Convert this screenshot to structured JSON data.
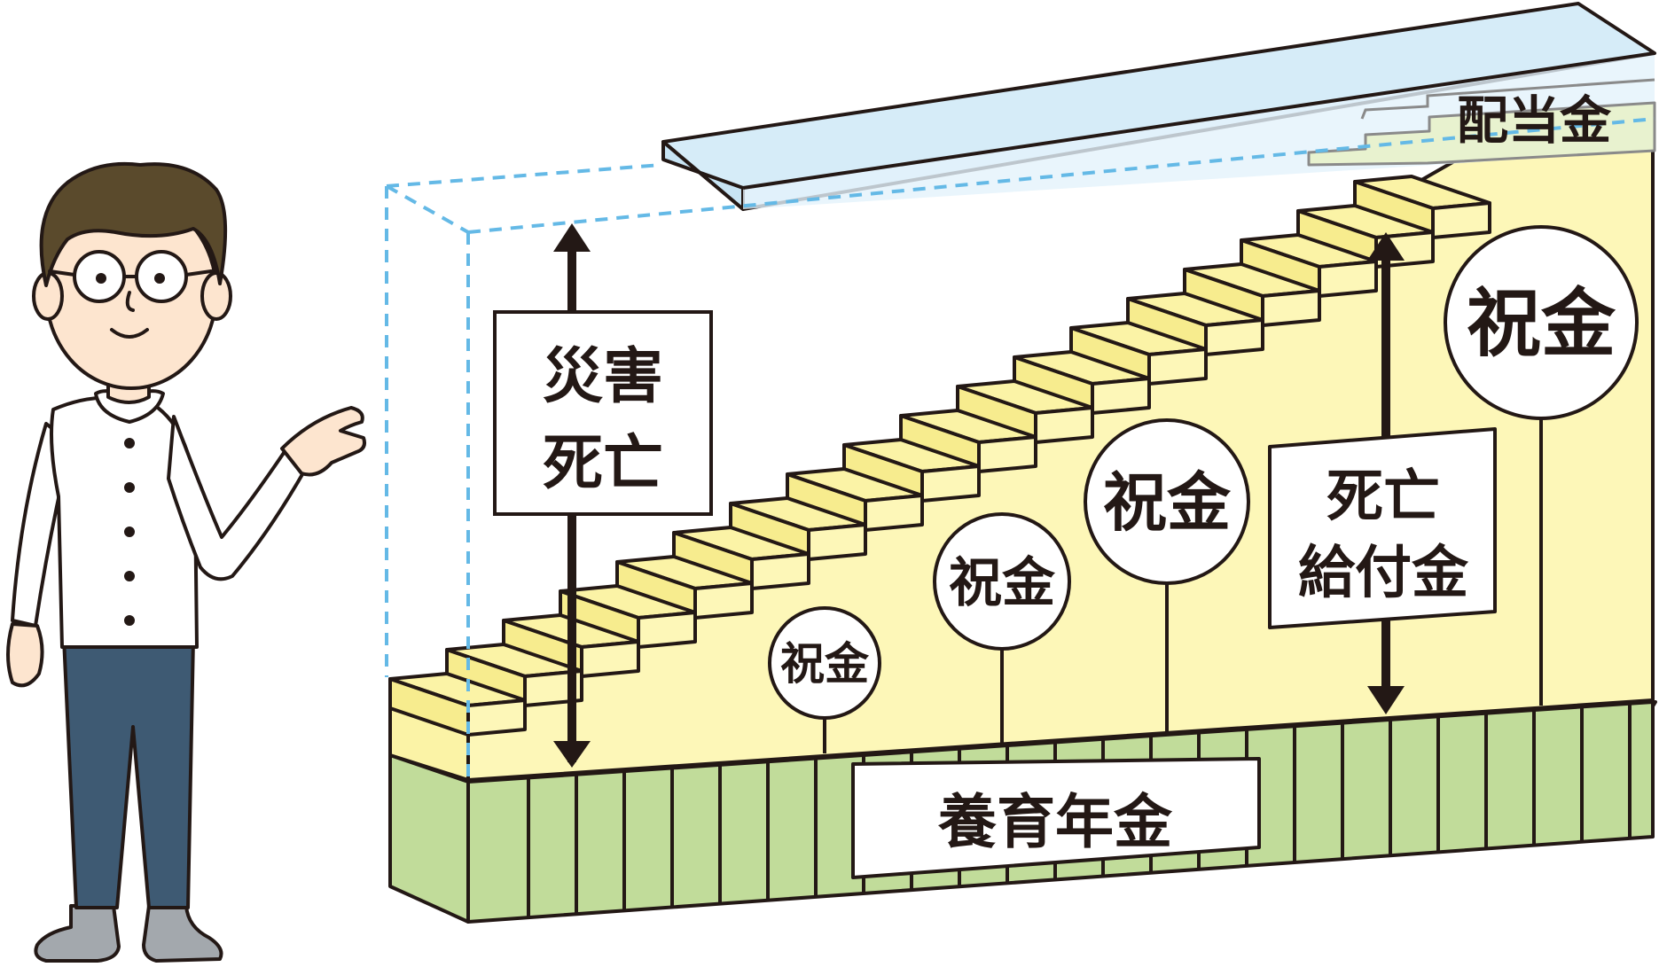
{
  "labels": {
    "dividend": "配当金",
    "disaster_death_line1": "災害",
    "disaster_death_line2": "死亡",
    "death_benefit_line1": "死亡",
    "death_benefit_line2": "給付金",
    "celebration_1": "祝金",
    "celebration_2": "祝金",
    "celebration_3": "祝金",
    "celebration_4": "祝金",
    "child_pension": "養育年金"
  },
  "icons": {
    "person": "presenter-person-icon",
    "up_down_arrow": "double-arrow-icon"
  },
  "colors": {
    "outline": "#231815",
    "stairs_yellow": "#fbf3a6",
    "wall_yellow": "#fdf7b8",
    "base_green": "#c1dc9a",
    "dividend_blue": "#d6ecf8",
    "dashed_blue": "#64b9e6",
    "shirt_white": "#ffffff",
    "pants_navy": "#3e5a73",
    "hair_brown": "#5a4a2c",
    "skin": "#fde5cf",
    "shoe_gray": "#a3a8ad"
  }
}
